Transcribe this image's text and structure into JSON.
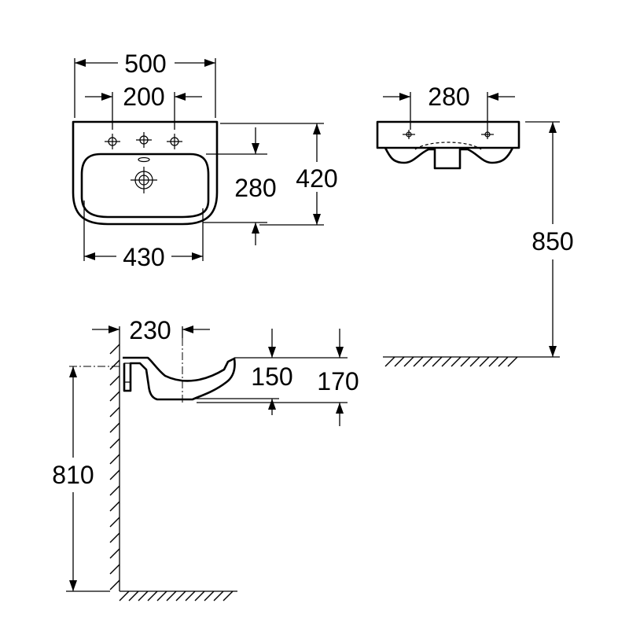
{
  "dimensions": {
    "basin_width": "500",
    "tap_hole_spacing_top": "200",
    "overflow_to_front": "280",
    "basin_depth": "420",
    "bowl_width": "430",
    "tap_hole_spacing_front": "280",
    "rim_height": "850",
    "wall_to_drain": "230",
    "bowl_depth_150": "150",
    "bowl_depth_170": "170",
    "bracket_height": "810"
  }
}
